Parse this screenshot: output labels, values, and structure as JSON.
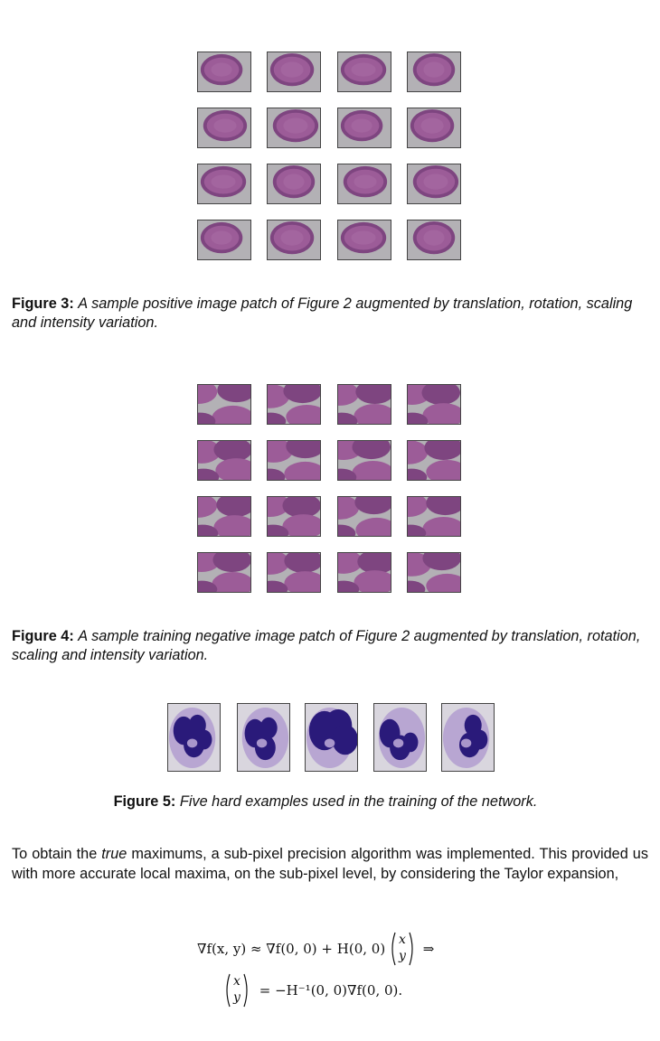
{
  "fig3": {
    "label": "Figure 3:",
    "text": "A sample positive image patch of Figure 2 augmented by translation, rotation, scaling and intensity variation."
  },
  "fig4": {
    "label": "Figure 4:",
    "text": "A sample training negative image patch of Figure 2 augmented by translation, rotation, scaling and intensity variation."
  },
  "fig5": {
    "label": "Figure 5:",
    "text": "Five hard examples used in the training of the network."
  },
  "paragraph": {
    "pre": "To obtain the ",
    "em": "true",
    "post": " maximums, a sub-pixel precision algorithm was implemented.  This provided us with more accurate local maxima, on the sub-pixel level, by considering the Taylor expansion,"
  },
  "eq": {
    "line1_left": "∇f(x, y) ≈ ∇f(0, 0) + H(0, 0)",
    "implies": "⇒",
    "line2_right": "= −H⁻¹(0, 0)∇f(0, 0).",
    "vec_top": "x",
    "vec_bottom": "y"
  },
  "colors": {
    "cell_fill": "#9c5c98",
    "cell_dark": "#7e4580",
    "background_gray": "#b3b1b5",
    "wbc_nucleus": "#2a1a7a",
    "wbc_cytoplasm": "#b8a6d2"
  }
}
